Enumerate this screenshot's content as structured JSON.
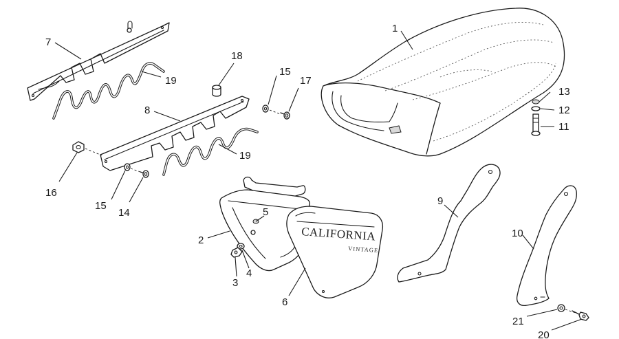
{
  "callouts": {
    "c1": "1",
    "c2": "2",
    "c3": "3",
    "c4": "4",
    "c5": "5",
    "c6": "6",
    "c7": "7",
    "c8": "8",
    "c9": "9",
    "c10": "10",
    "c11": "11",
    "c12": "12",
    "c13": "13",
    "c14": "14",
    "c15a": "15",
    "c15b": "15",
    "c16": "16",
    "c17": "17",
    "c18": "18",
    "c19a": "19",
    "c19b": "19",
    "c20": "20",
    "c21": "21"
  },
  "side_cover_decal": {
    "brand": "CALIFORNIA",
    "model": "VINTAGE"
  }
}
